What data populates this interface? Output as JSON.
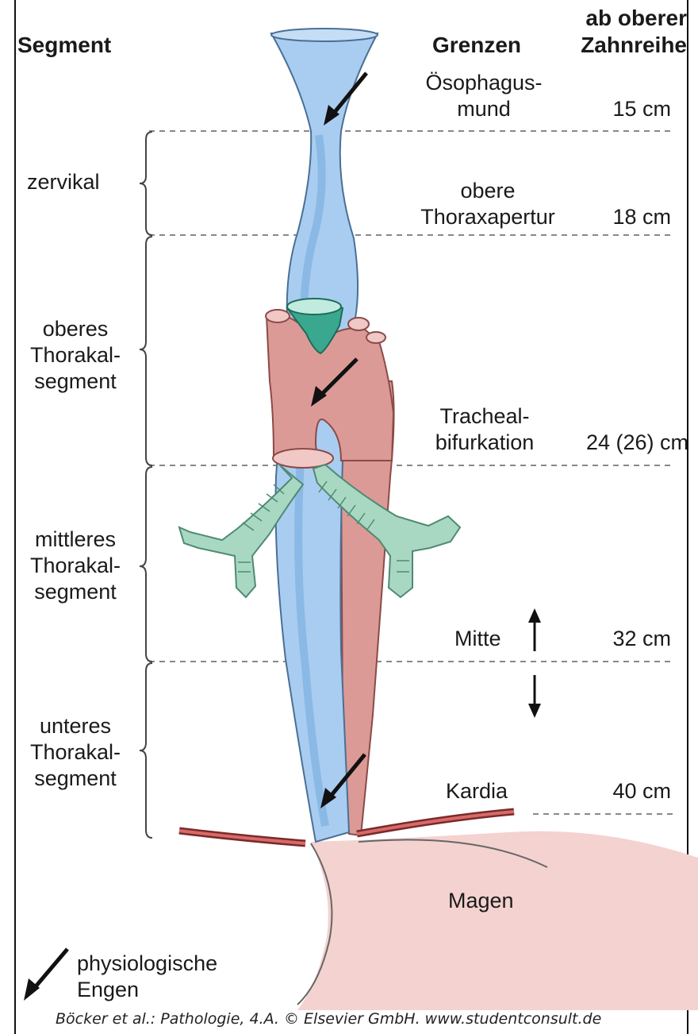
{
  "headers": {
    "segment": "Segment",
    "grenzen": "Grenzen",
    "distance_line1": "ab oberer",
    "distance_line2": "Zahnreihe"
  },
  "segments": {
    "zervikal": "zervikal",
    "oberes_1": "oberes",
    "oberes_2": "Thorakal-",
    "oberes_3": "segment",
    "mittleres_1": "mittleres",
    "mittleres_2": "Thorakal-",
    "mittleres_3": "segment",
    "unteres_1": "unteres",
    "unteres_2": "Thorakal-",
    "unteres_3": "segment"
  },
  "boundaries": {
    "mund_1": "Ösophagus-",
    "mund_2": "mund",
    "mund_cm": "15 cm",
    "apertur_1": "obere",
    "apertur_2": "Thoraxapertur",
    "apertur_cm": "18 cm",
    "bifurk_1": "Tracheal-",
    "bifurk_2": "bifurkation",
    "bifurk_cm": "24 (26) cm",
    "mitte": "Mitte",
    "mitte_cm": "32 cm",
    "kardia": "Kardia",
    "kardia_cm": "40 cm"
  },
  "organ_label": "Magen",
  "legend": {
    "line1": "physiologische",
    "line2": "Engen",
    "icon": "arrow-icon"
  },
  "caption": "Böcker et al.: Pathologie, 4.A. © Elsevier GmbH. www.studentconsult.de",
  "colors": {
    "esophagus": "#a9cdf0",
    "esophagus_dark": "#7fb0e0",
    "aorta": "#dc9a96",
    "aorta_dark": "#c46f6c",
    "trachea": "#a9d8c2",
    "vessel_teal": "#3aa88e",
    "diaphragm": "#b43a3a",
    "stomach": "#f4d2cf"
  }
}
